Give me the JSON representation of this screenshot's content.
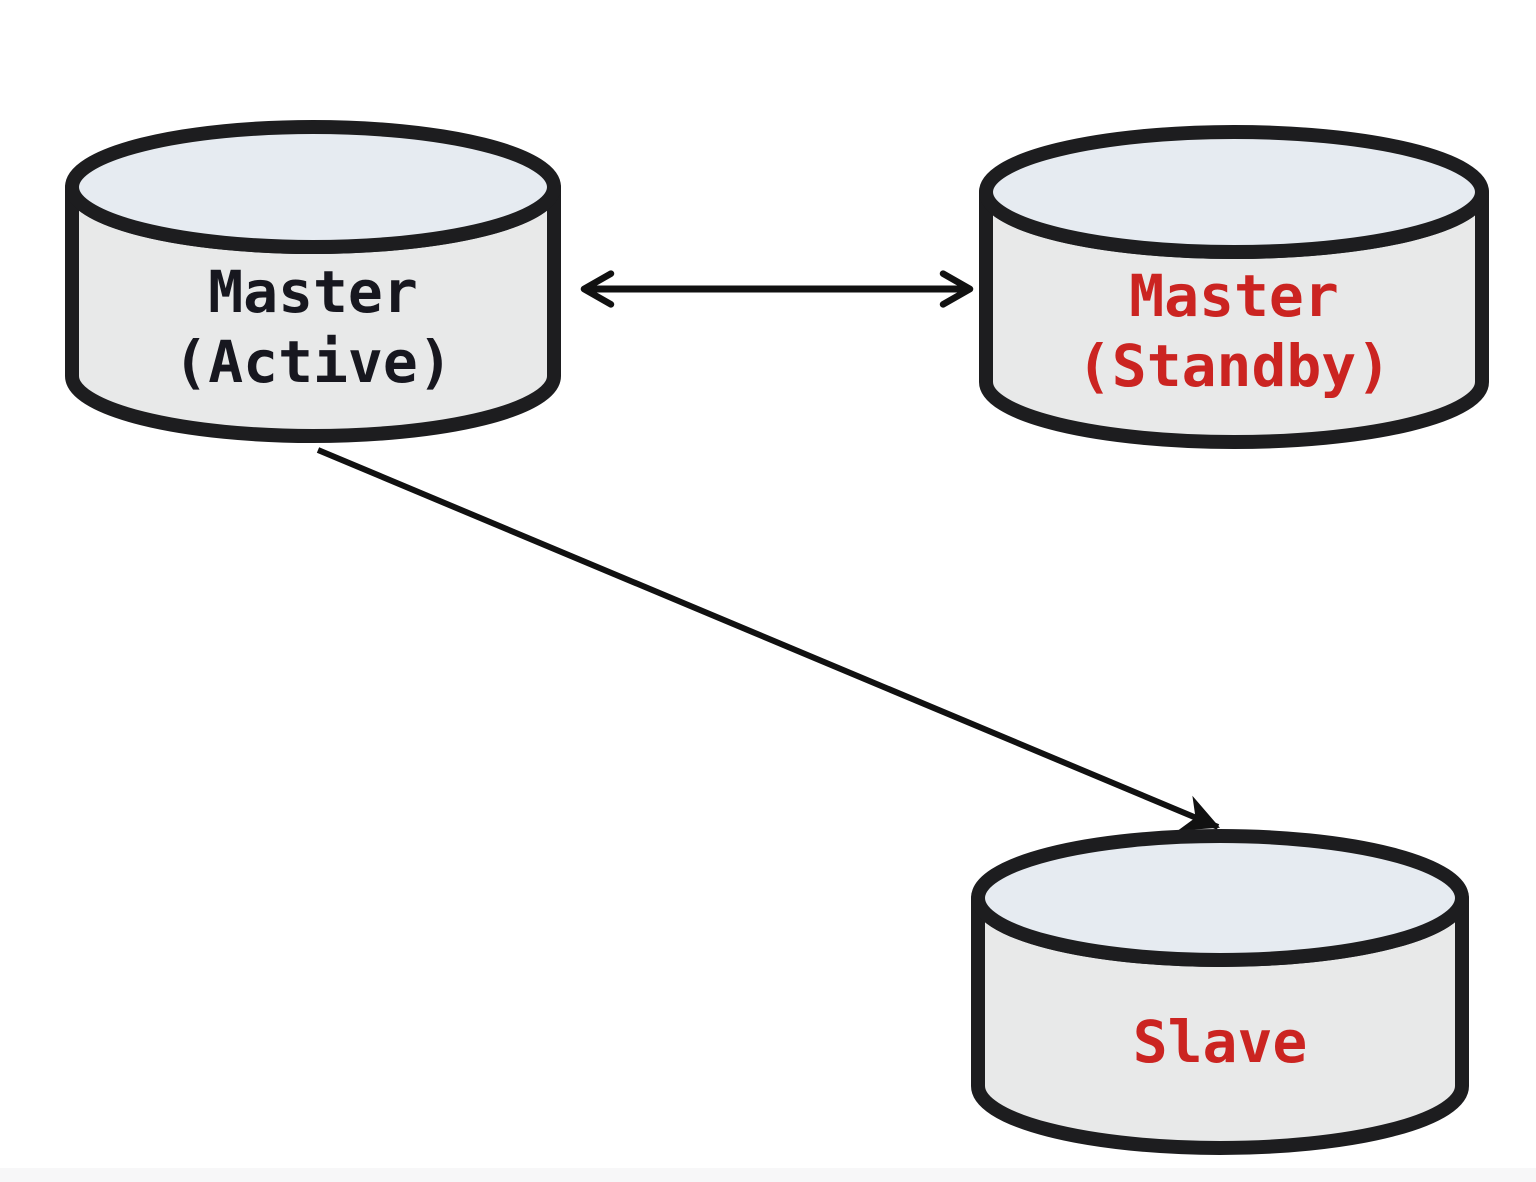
{
  "colors": {
    "background": "#ffffff",
    "outline": "#1d1d1f",
    "cyl-body": "#e8e9e9",
    "cyl-top": "#e6ebf1",
    "text-dark": "#17171f",
    "text-red": "#cb2421",
    "arrow": "#111111",
    "footer-strip": "#f7f7f8"
  },
  "nodes": {
    "master_active": {
      "line1": "Master",
      "line2": "(Active)"
    },
    "master_standby": {
      "line1": "Master",
      "line2": "(Standby)"
    },
    "slave": {
      "line1": "Slave"
    }
  },
  "edges": {
    "active_standby": {
      "type": "bidirectional"
    },
    "active_slave": {
      "type": "directed"
    }
  }
}
